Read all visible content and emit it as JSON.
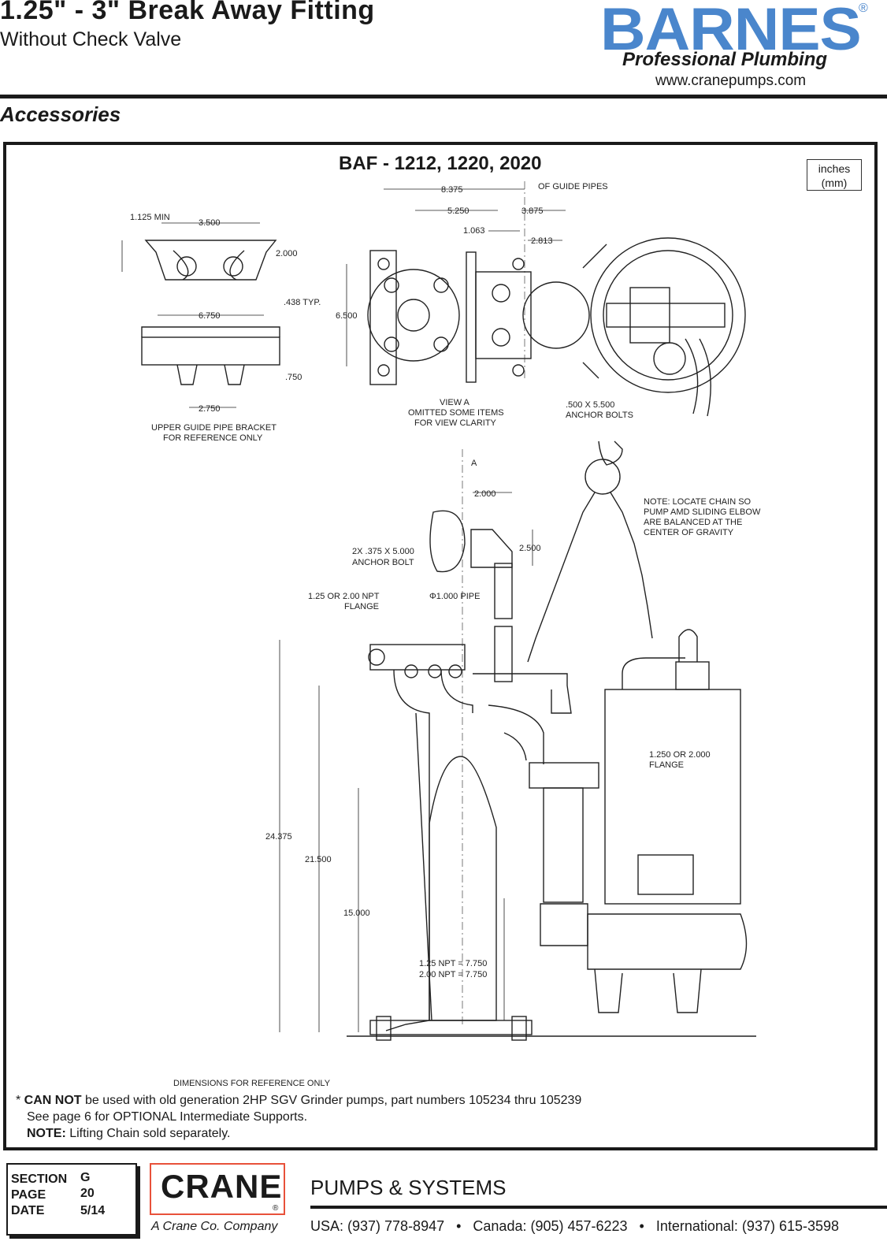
{
  "header": {
    "title": "1.25\" - 3\" Break Away Fitting",
    "subtitle": "Without Check Valve",
    "brand": "BARNES",
    "brand_reg": "®",
    "tagline": "Professional Plumbing",
    "website": "www.cranepumps.com"
  },
  "section_heading": "Accessories",
  "diagram": {
    "title": "BAF - 1212, 1220, 2020",
    "units": [
      "inches",
      "(mm)"
    ],
    "bracket_labels": {
      "min": "1.125 MIN",
      "w1": "3.500",
      "h1": "2.000",
      "typ": ".438 TYP.",
      "w2": "6.750",
      "h2": ".750",
      "w3": "2.750",
      "caption": [
        "UPPER GUIDE PIPE BRACKET",
        "FOR REFERENCE ONLY"
      ]
    },
    "top_view_labels": {
      "d1": "8.375",
      "cl": "OF GUIDE PIPES",
      "d2": "5.250",
      "d3": "3.875",
      "d4": "1.063",
      "d5": "2.813",
      "d6": "6.500",
      "view_a": [
        "VIEW A",
        "OMITTED SOME ITEMS",
        "FOR VIEW CLARITY"
      ],
      "anchor": [
        ".500 X 5.500",
        "ANCHOR BOLTS"
      ]
    },
    "side_view_labels": {
      "a": "A",
      "d7": "2.000",
      "d8": "2.500",
      "anchor2": [
        "2X .375 X 5.000",
        "ANCHOR BOLT"
      ],
      "pipe": "Φ1.000 PIPE",
      "flange1": [
        "1.25 OR 2.00 NPT",
        "FLANGE"
      ],
      "note": [
        "NOTE: LOCATE CHAIN SO",
        "PUMP AMD SLIDING ELBOW",
        "ARE BALANCED AT THE",
        "CENTER OF GRAVITY"
      ],
      "flange2": [
        "1.250 OR 2.000",
        "FLANGE"
      ],
      "h24": "24.375",
      "h21": "21.500",
      "h15": "15.000",
      "npt": [
        "1.25 NPT = 7.750",
        "2.00 NPT = 7.750"
      ],
      "ref": "DIMENSIONS FOR REFERENCE ONLY"
    }
  },
  "footnotes": {
    "star": "* ",
    "can_not": "CAN NOT",
    "line1_rest": " be used with old generation 2HP SGV Grinder pumps, part numbers 105234 thru 105239",
    "line2": "See page 6 for OPTIONAL Intermediate Supports.",
    "note_label": "NOTE:",
    "note_text": " Lifting Chain sold separately."
  },
  "footer": {
    "section_label": "SECTION",
    "section_value": "G",
    "page_label": "PAGE",
    "page_value": "20",
    "date_label": "DATE",
    "date_value": "5/14",
    "crane_logo": "CRANE",
    "crane_reg": "®",
    "crane_co": "A Crane Co. Company",
    "pumps_systems": "PUMPS & SYSTEMS",
    "contacts": "USA: (937) 778-8947   •   Canada: (905) 457-6223   •   International: (937) 615-3598"
  },
  "colors": {
    "brand_blue": "#4a86cc",
    "crane_red": "#e8513a"
  }
}
